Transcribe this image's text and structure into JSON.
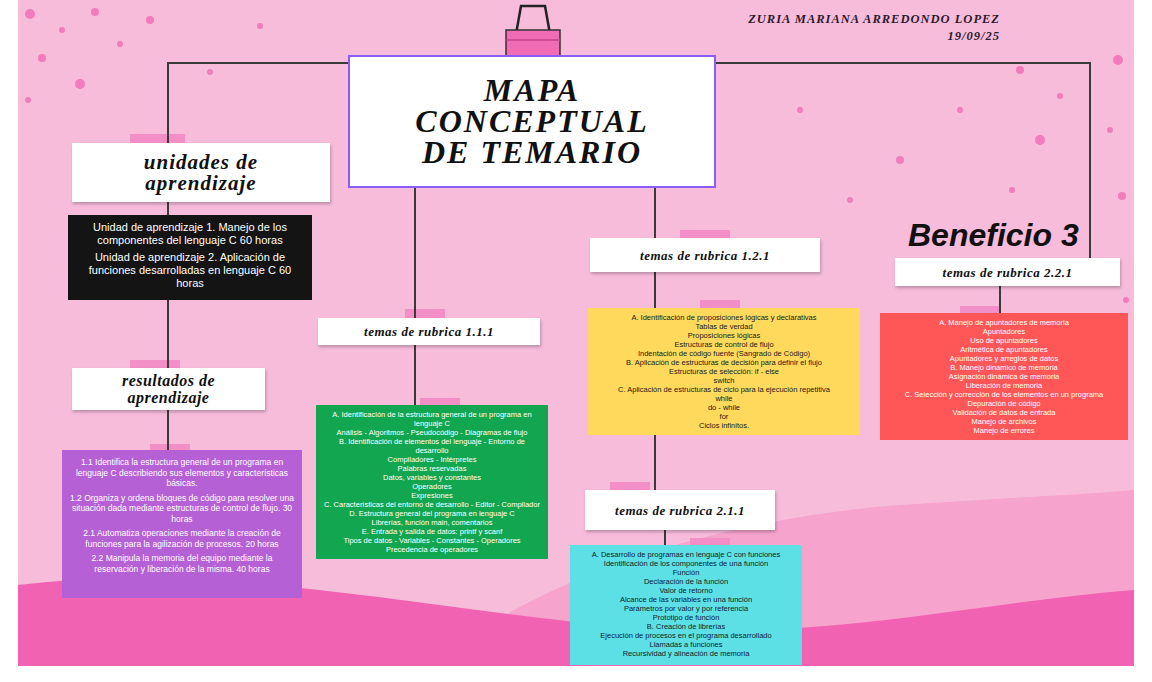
{
  "diagram": {
    "nodes": [
      {
        "text": [
          "MAPA CONCEPTUAL DE TEMARIO"
        ]
      },
      {
        "text": [
          "unidades de aprendizaje"
        ]
      },
      {
        "text": [
          "Unidad de aprendizaje 1. Manejo de los componentes del lenguaje C 60 horas",
          "Unidad de aprendizaje 2. Aplicación de funciones desarrolladas en lenguaje C 60 horas"
        ]
      },
      {
        "text": [
          "resultados de aprendizaje"
        ]
      },
      {
        "text": [
          "1.1 Identifica la estructura general de un programa en lenguaje C describiendo sus elementos y características básicas.",
          "1.2 Organiza y ordena bloques de código para resolver una situación dada mediante estructuras de control de flujo. 30 horas",
          "2.1 Automatiza operaciones mediante la creación de funciones para la agilización de procesos. 20 horas",
          "2.2 Manipula la memoria del equipo mediante la reservación y liberación de la misma. 40 horas"
        ]
      },
      {
        "text": [
          "temas de rubrica 1.1.1"
        ]
      },
      {
        "text": [
          "A. Identificación de la estructura general de un programa en lenguaje C",
          "Análisis - Algoritmos - Pseudocódigo - Diagramas de flujo",
          "B. Identificación de elementos del lenguaje - Entorno de desarrollo",
          "Compiladores - Intérpretes",
          "Palabras reservadas",
          "Datos, variables y constantes",
          "Operadores",
          "Expresiones",
          "C. Características del entorno de desarrollo - Editor - Compilador",
          "D. Estructura general del programa en lenguaje C",
          "Librerías, función main, comentarios",
          "E. Entrada y salida de datos: printf y scanf",
          "Tipos de datos - Variables - Constantes - Operadores",
          "Precedencia de operadores"
        ]
      },
      {
        "text": [
          "temas de rubrica 1.2.1"
        ]
      },
      {
        "text": [
          "A. Identificación de proposiciones lógicas y declarativas",
          "Tablas de verdad",
          "Proposiciones lógicas",
          "Estructuras de control de flujo",
          "Indentación de código fuente (Sangrado de Código)",
          "B. Aplicación de estructuras de decisión para definir el flujo",
          "Estructuras de selección: if - else",
          "switch",
          "C. Aplicación de estructuras de ciclo para la ejecución repetitiva",
          "while",
          "do - while",
          "for",
          "Ciclos infinitos."
        ]
      },
      {
        "text": [
          "temas de rubrica 2.1.1"
        ]
      },
      {
        "text": [
          "A. Desarrollo de programas en lenguaje C con funciones",
          "Identificación de los componentes de una función",
          "Función",
          "Declaración de la función",
          "Valor de retorno",
          "Alcance de las variables en una función",
          "Parámetros por valor y por referencia",
          "Prototipo de función",
          "B. Creación de librerías",
          "Ejecución de procesos en el programa desarrollado",
          "Llamadas a funciones",
          "Recursividad y alineación de memoria"
        ]
      },
      {
        "text": [
          "temas de rubrica 2.2.1"
        ]
      },
      {
        "text": [
          "A. Manejo de apuntadores de memoria",
          "Apuntadores",
          "Uso de apuntadores",
          "Aritmética de apuntadores",
          "Apuntadores y arreglos de datos",
          "B. Manejo dinámico de memoria",
          "Asignación dinámica de memoria",
          "Liberación de memoria",
          "C. Selección y corrección de los elementos en un programa",
          "Depuración de código",
          "Validación de datos de entrada",
          "Manejo de archivos",
          "Manejo de errores"
        ]
      }
    ],
    "edges": [
      {
        "from": 0,
        "to": 1,
        "arrow": "none"
      },
      {
        "from": 1,
        "to": 2,
        "arrow": "none"
      },
      {
        "from": 2,
        "to": 3,
        "arrow": "none"
      },
      {
        "from": 3,
        "to": 4,
        "arrow": "none"
      },
      {
        "from": 0,
        "to": 5,
        "arrow": "none"
      },
      {
        "from": 5,
        "to": 6,
        "arrow": "none"
      },
      {
        "from": 0,
        "to": 7,
        "arrow": "none"
      },
      {
        "from": 7,
        "to": 8,
        "arrow": "none"
      },
      {
        "from": 8,
        "to": 9,
        "arrow": "none"
      },
      {
        "from": 9,
        "to": 10,
        "arrow": "none"
      },
      {
        "from": 0,
        "to": 11,
        "arrow": "none"
      },
      {
        "from": 11,
        "to": 12,
        "arrow": "none"
      }
    ],
    "labels": [
      "ZURIA MARIANA ARREDONDO LOPEZ",
      "19/09/25",
      "Beneficio 3"
    ]
  }
}
